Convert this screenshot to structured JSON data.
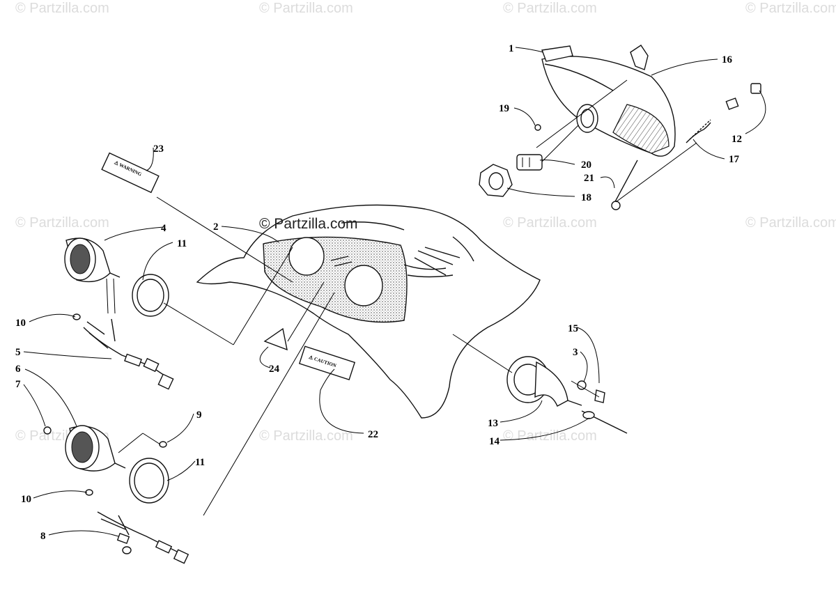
{
  "watermarks": [
    "© Partzilla.com",
    "© Partzilla.com",
    "© Partzilla.com",
    "© Partzilla.com",
    "© Partzilla.com",
    "© Partzilla.com",
    "© Partzilla.com",
    "© Partzilla.com",
    "© Partzilla.com",
    "© Partzilla.com"
  ],
  "center_watermark": "© Partzilla.com",
  "callouts": [
    "1",
    "16",
    "19",
    "12",
    "17",
    "20",
    "21",
    "18",
    "23",
    "2",
    "4",
    "11",
    "10",
    "5",
    "6",
    "7",
    "9",
    "11",
    "10",
    "8",
    "24",
    "22",
    "15",
    "3",
    "13",
    "14"
  ],
  "decals": {
    "warning": "⚠ WARNING",
    "caution": "⚠ CAUTION"
  },
  "colors": {
    "ink": "#111111",
    "watermark": "#dcdcdc"
  }
}
